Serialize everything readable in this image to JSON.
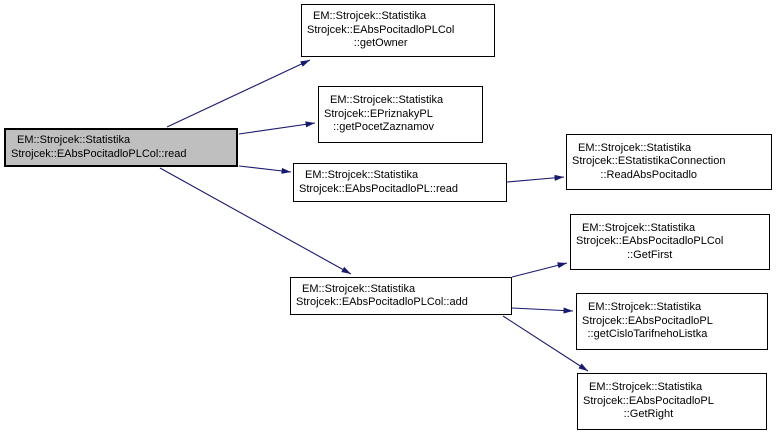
{
  "diagram": {
    "type": "call-graph",
    "colors": {
      "edge": "#191970",
      "highlight_fill": "#bfbfbf",
      "node_fill": "#ffffff",
      "node_border": "#000000",
      "background": "#ffffff"
    },
    "nodes": [
      {
        "id": "read",
        "lines": [
          "EM::Strojcek::Statistika",
          "Strojcek::EAbsPocitadloPLCol::read"
        ],
        "highlighted": true
      },
      {
        "id": "getOwner",
        "lines": [
          "EM::Strojcek::Statistika",
          "Strojcek::EAbsPocitadloPLCol",
          "::getOwner"
        ]
      },
      {
        "id": "getPocetZaznamov",
        "lines": [
          "EM::Strojcek::Statistika",
          "Strojcek::EPriznakyPL",
          "::getPocetZaznamov"
        ]
      },
      {
        "id": "EAbsPocitadloPL_read",
        "lines": [
          "EM::Strojcek::Statistika",
          "Strojcek::EAbsPocitadloPL::read"
        ]
      },
      {
        "id": "ReadAbsPocitadlo",
        "lines": [
          "EM::Strojcek::Statistika",
          "Strojcek::EStatistikaConnection",
          "::ReadAbsPocitadlo"
        ]
      },
      {
        "id": "add",
        "lines": [
          "EM::Strojcek::Statistika",
          "Strojcek::EAbsPocitadloPLCol::add"
        ]
      },
      {
        "id": "GetFirst",
        "lines": [
          "EM::Strojcek::Statistika",
          "Strojcek::EAbsPocitadloPLCol",
          "::GetFirst"
        ]
      },
      {
        "id": "getCisloTarifnehoListka",
        "lines": [
          "EM::Strojcek::Statistika",
          "Strojcek::EAbsPocitadloPL",
          "::getCisloTarifnehoListka"
        ]
      },
      {
        "id": "GetRight",
        "lines": [
          "EM::Strojcek::Statistika",
          "Strojcek::EAbsPocitadloPL",
          "::GetRight"
        ]
      }
    ],
    "edges": [
      {
        "from": "read",
        "to": "getOwner"
      },
      {
        "from": "read",
        "to": "getPocetZaznamov"
      },
      {
        "from": "read",
        "to": "EAbsPocitadloPL_read"
      },
      {
        "from": "read",
        "to": "add"
      },
      {
        "from": "EAbsPocitadloPL_read",
        "to": "ReadAbsPocitadlo"
      },
      {
        "from": "add",
        "to": "GetFirst"
      },
      {
        "from": "add",
        "to": "getCisloTarifnehoListka"
      },
      {
        "from": "add",
        "to": "GetRight"
      }
    ]
  }
}
